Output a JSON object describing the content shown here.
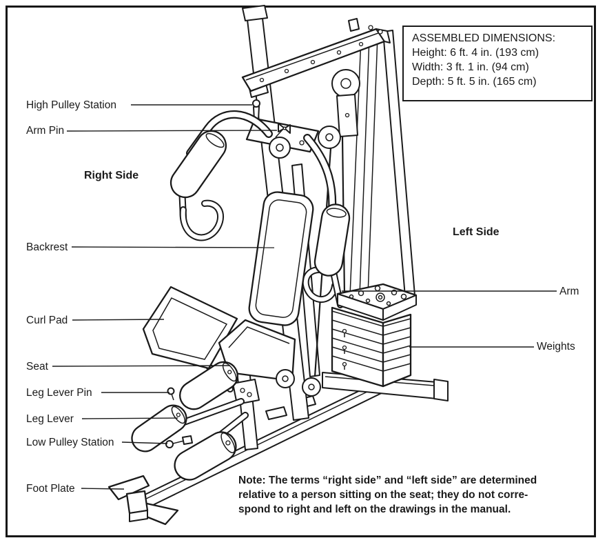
{
  "figure": {
    "subject": "home gym machine line drawing"
  },
  "callouts": {
    "high_pulley_station": "High Pulley Station",
    "arm_pin": "Arm Pin",
    "backrest": "Backrest",
    "curl_pad": "Curl Pad",
    "seat": "Seat",
    "leg_lever_pin": "Leg Lever Pin",
    "leg_lever": "Leg Lever",
    "low_pulley_station": "Low Pulley Station",
    "foot_plate": "Foot Plate",
    "arm": "Arm",
    "weights": "Weights"
  },
  "side_headings": {
    "right": "Right Side",
    "left": "Left Side"
  },
  "dimensions_box": {
    "title": "ASSEMBLED DIMENSIONS:",
    "lines": [
      "Height: 6 ft. 4 in. (193 cm)",
      "Width: 3 ft. 1 in. (94 cm)",
      "Depth: 5 ft. 5 in. (165 cm)"
    ]
  },
  "note": {
    "lines": [
      "Note: The terms “right side” and “left side” are determined",
      "relative to a person sitting on the seat; they do not corre-",
      "spond to right and left on the drawings in the manual."
    ]
  },
  "colors": {
    "ink": "#1a1a1a",
    "background": "#ffffff"
  }
}
